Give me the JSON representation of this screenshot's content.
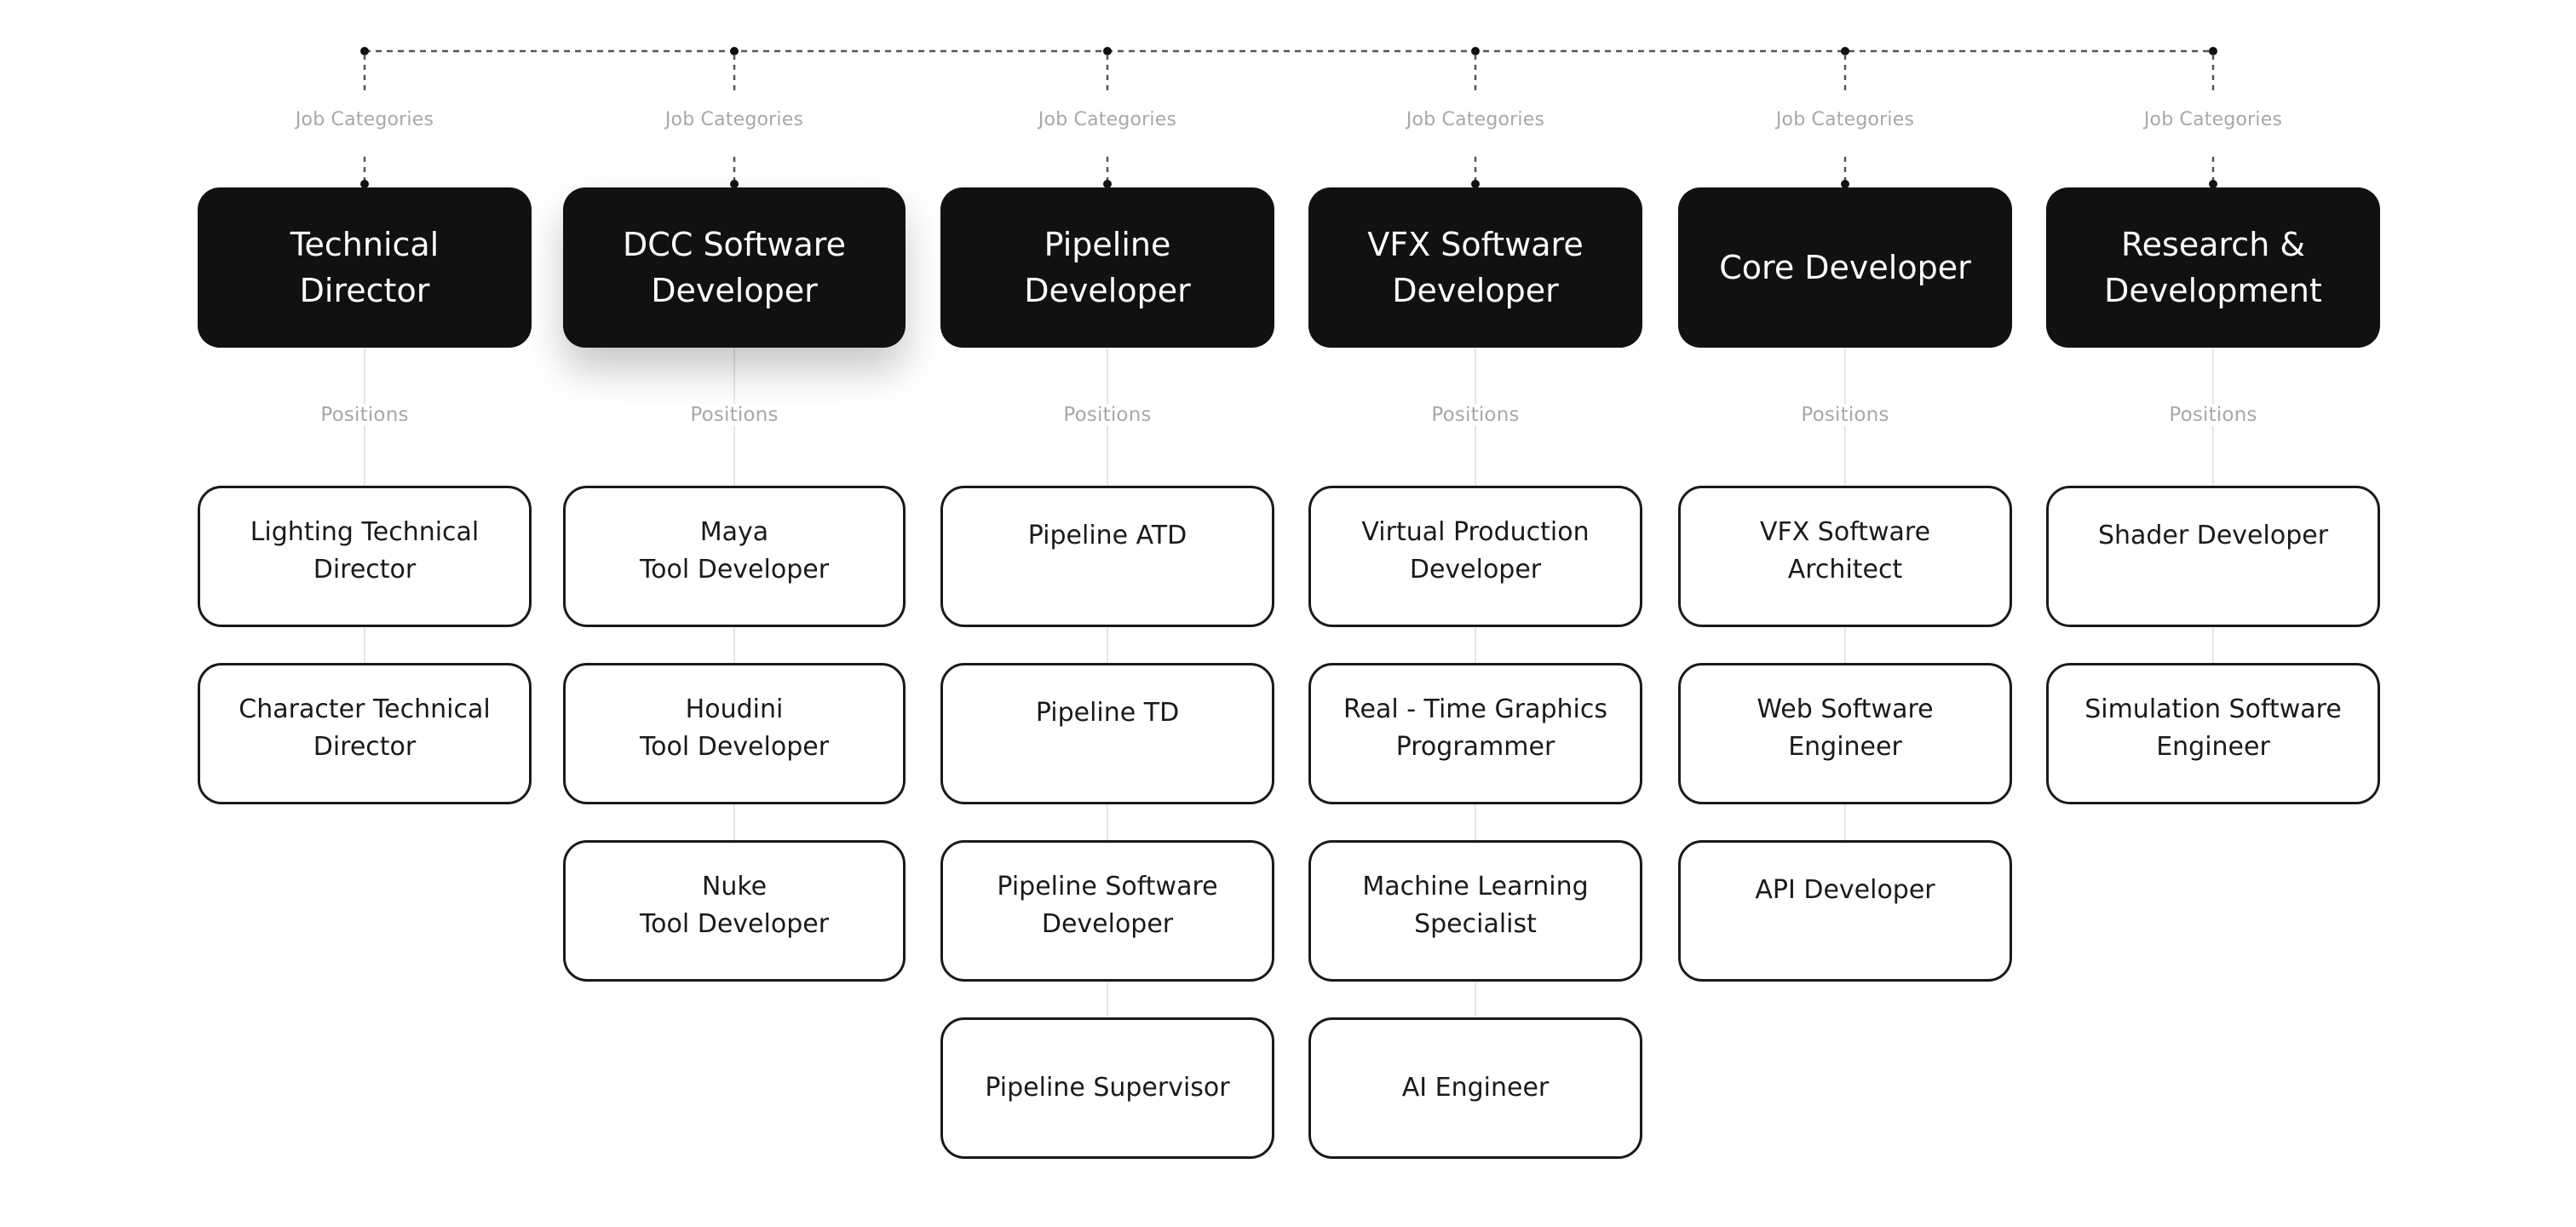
{
  "diagram": {
    "colors": {
      "category_fill": "#111111",
      "position_border": "#1a1a1a",
      "label": "#a8a8a8",
      "dashed_line": "#555555",
      "connector": "#e6e6e6"
    },
    "categories": [
      {
        "label": "Job Categories",
        "title": "Technical\nDirector",
        "sub_label": "Positions",
        "positions": [
          "Lighting Technical\nDirector",
          "Character Technical\nDirector"
        ]
      },
      {
        "label": "Job Categories",
        "title": "DCC Software\nDeveloper",
        "sub_label": "Positions",
        "positions": [
          "Maya\nTool Developer",
          "Houdini\nTool Developer",
          "Nuke\nTool Developer"
        ]
      },
      {
        "label": "Job Categories",
        "title": "Pipeline\nDeveloper",
        "sub_label": "Positions",
        "positions": [
          "Pipeline ATD",
          "Pipeline TD",
          "Pipeline Software\nDeveloper",
          "Pipeline Supervisor"
        ]
      },
      {
        "label": "Job Categories",
        "title": "VFX Software\nDeveloper",
        "sub_label": "Positions",
        "positions": [
          "Virtual Production\nDeveloper",
          "Real - Time Graphics\nProgrammer",
          "Machine Learning\nSpecialist",
          "AI Engineer"
        ]
      },
      {
        "label": "Job Categories",
        "title": "Core Developer",
        "sub_label": "Positions",
        "positions": [
          "VFX Software\nArchitect",
          "Web Software\nEngineer",
          "API Developer"
        ]
      },
      {
        "label": "Job Categories",
        "title": "Research &\nDevelopment",
        "sub_label": "Positions",
        "positions": [
          "Shader Developer",
          "Simulation Software\nEngineer"
        ]
      }
    ]
  }
}
